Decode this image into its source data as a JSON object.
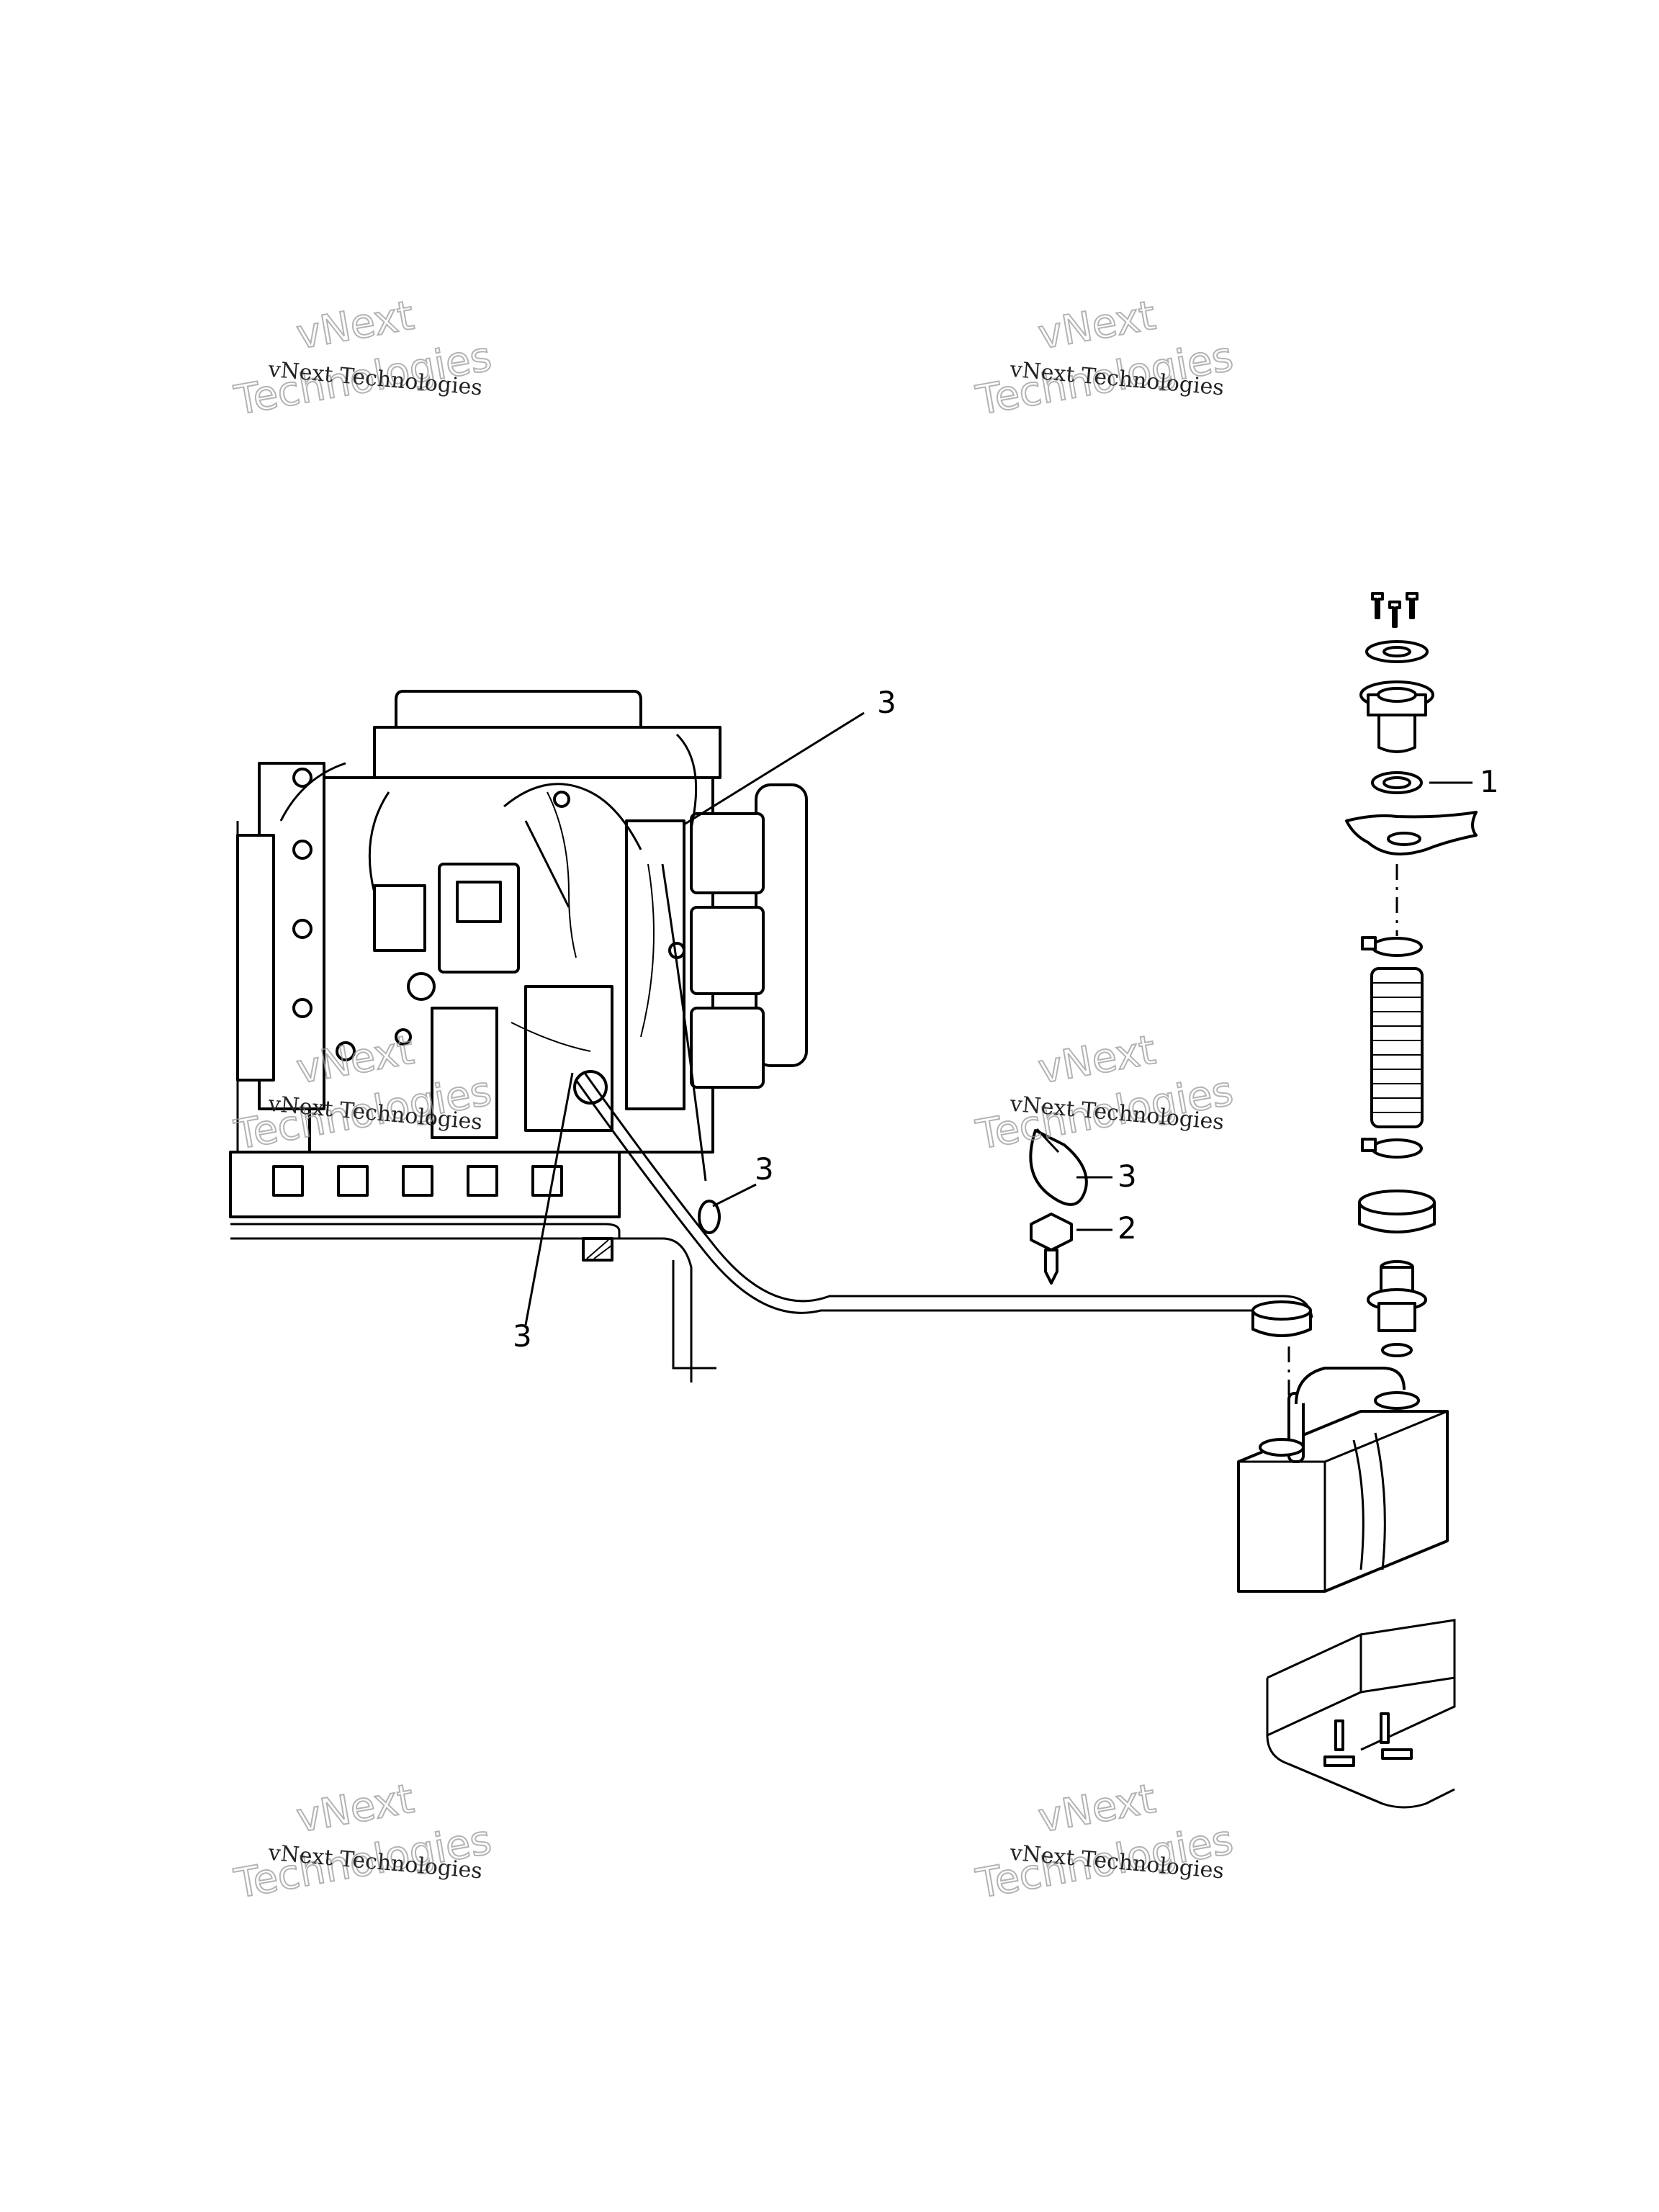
{
  "watermark": {
    "line1": "vNext Technologies",
    "outline_top": "vNext",
    "outline_bottom": "Technologies"
  },
  "callouts": [
    {
      "id": "c3-top",
      "label": "3"
    },
    {
      "id": "c1",
      "label": "1"
    },
    {
      "id": "c3-mid",
      "label": "3"
    },
    {
      "id": "c3-legend",
      "label": "3"
    },
    {
      "id": "c2-legend",
      "label": "2"
    },
    {
      "id": "c3-bottom",
      "label": "3"
    }
  ],
  "colors": {
    "line": "#000000",
    "watermark": "#9a9a9a"
  }
}
